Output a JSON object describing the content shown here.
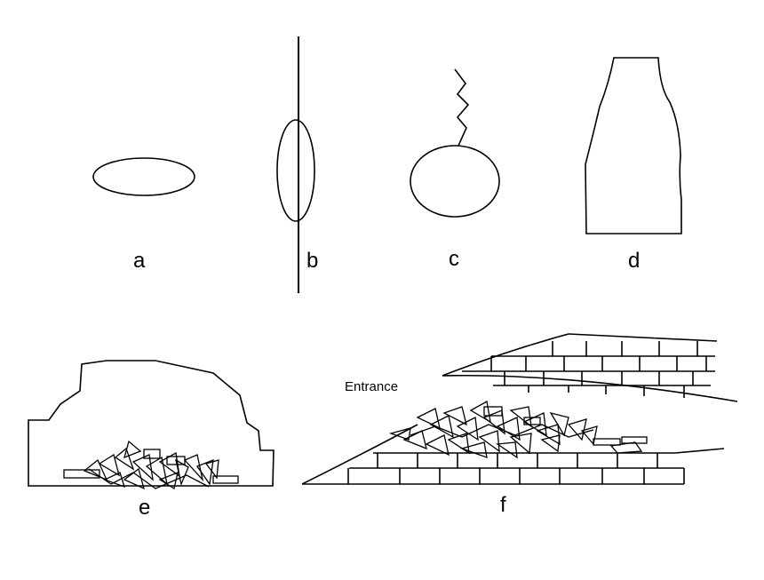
{
  "figure": {
    "labels": {
      "a": "a",
      "b": "b",
      "c": "c",
      "d": "d",
      "e": "e",
      "f": "f"
    },
    "annotations": {
      "entrance": "Entrance"
    },
    "colors": {
      "stroke": "#000000",
      "background": "#ffffff"
    }
  }
}
